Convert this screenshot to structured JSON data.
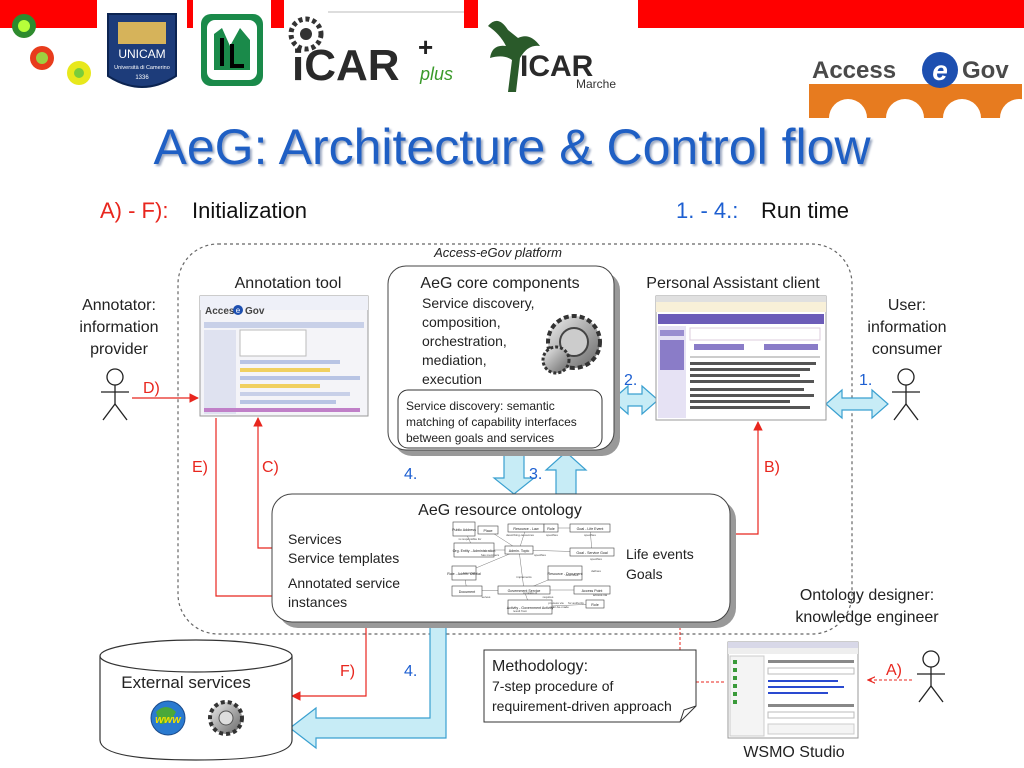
{
  "title": "AeG: Architecture & Control flow",
  "legend": {
    "init_prefix": "A) - F):",
    "init_text": "Initialization",
    "run_prefix": "1. - 4.:",
    "run_text": "Run time"
  },
  "logos": {
    "unicam_name": "UNICAM",
    "unicam_sub": "Università di Camerino",
    "unicam_year": "1336",
    "icar_plus_main": "iCAR",
    "icar_plus_plus": "plus",
    "icar_marche_main": "ICAR",
    "icar_marche_sub": "Marche",
    "accessegov_left": "Access",
    "accessegov_e": "e",
    "accessegov_right": "Gov"
  },
  "platform_label": "Access-eGov platform",
  "annotation_tool": {
    "label": "Annotation tool",
    "screen_brand": "Access",
    "screen_brand_e": "e",
    "screen_brand_gov": "Gov"
  },
  "core": {
    "title": "AeG core components",
    "lines": [
      "Service discovery,",
      "composition,",
      "orchestration,",
      "mediation,",
      "execution"
    ],
    "discovery_box": [
      "Service discovery: semantic",
      "matching of capability interfaces",
      "between goals and services"
    ]
  },
  "pa_client": {
    "label": "Personal Assistant client"
  },
  "annotator": {
    "lines": [
      "Annotator:",
      "information",
      "provider"
    ]
  },
  "user": {
    "lines": [
      "User:",
      "information",
      "consumer"
    ]
  },
  "ontology": {
    "title": "AeG resource ontology",
    "left_lines": [
      "Services",
      "Service templates"
    ],
    "left_lines2": [
      "Annotated service",
      "instances"
    ],
    "right_lines": [
      "Life events",
      "Goals"
    ],
    "mini_nodes": [
      "Public Address",
      "Place",
      "Resource - Law",
      "Role",
      "Goal - Life Event",
      "Org. Entity - Administration",
      "Admin. Topic",
      "Goal - Service Goal",
      "Role - Admin. Official",
      "Resource - Document",
      "Document",
      "Government Service",
      "Access Point",
      "Activity - Government Activity",
      "Role"
    ],
    "mini_edges": [
      "describing-resources",
      "specifies",
      "specifies",
      "is responsible for",
      "has members",
      "specifies",
      "defines",
      "belongs-to",
      "implements",
      "describes",
      "serves",
      "requires",
      "can-be-made",
      "for authority",
      "result from",
      "consists of",
      "process via",
      "access-via",
      "specifies"
    ]
  },
  "external": {
    "label": "External services",
    "www": "www"
  },
  "methodology": {
    "title": "Methodology:",
    "lines": [
      "7-step procedure of",
      "requirement-driven approach"
    ]
  },
  "ontology_designer": {
    "lines": [
      "Ontology designer:",
      "knowledge engineer"
    ]
  },
  "wsmo": {
    "label": "WSMO Studio"
  },
  "steps": {
    "A": "A)",
    "B": "B)",
    "C": "C)",
    "D": "D)",
    "E": "E)",
    "F": "F)",
    "s1": "1.",
    "s2": "2.",
    "s3": "3.",
    "s4a": "4.",
    "s4b": "4."
  },
  "colors": {
    "title_blue": "#1f5fc4",
    "step_red": "#e8261e",
    "step_blue": "#1d5fd1",
    "arrow_fill": "#c7ecf6",
    "arrow_stroke": "#3aa0d0",
    "red_bar": "#ff0000",
    "accessegov_orange": "#e77b1f"
  }
}
